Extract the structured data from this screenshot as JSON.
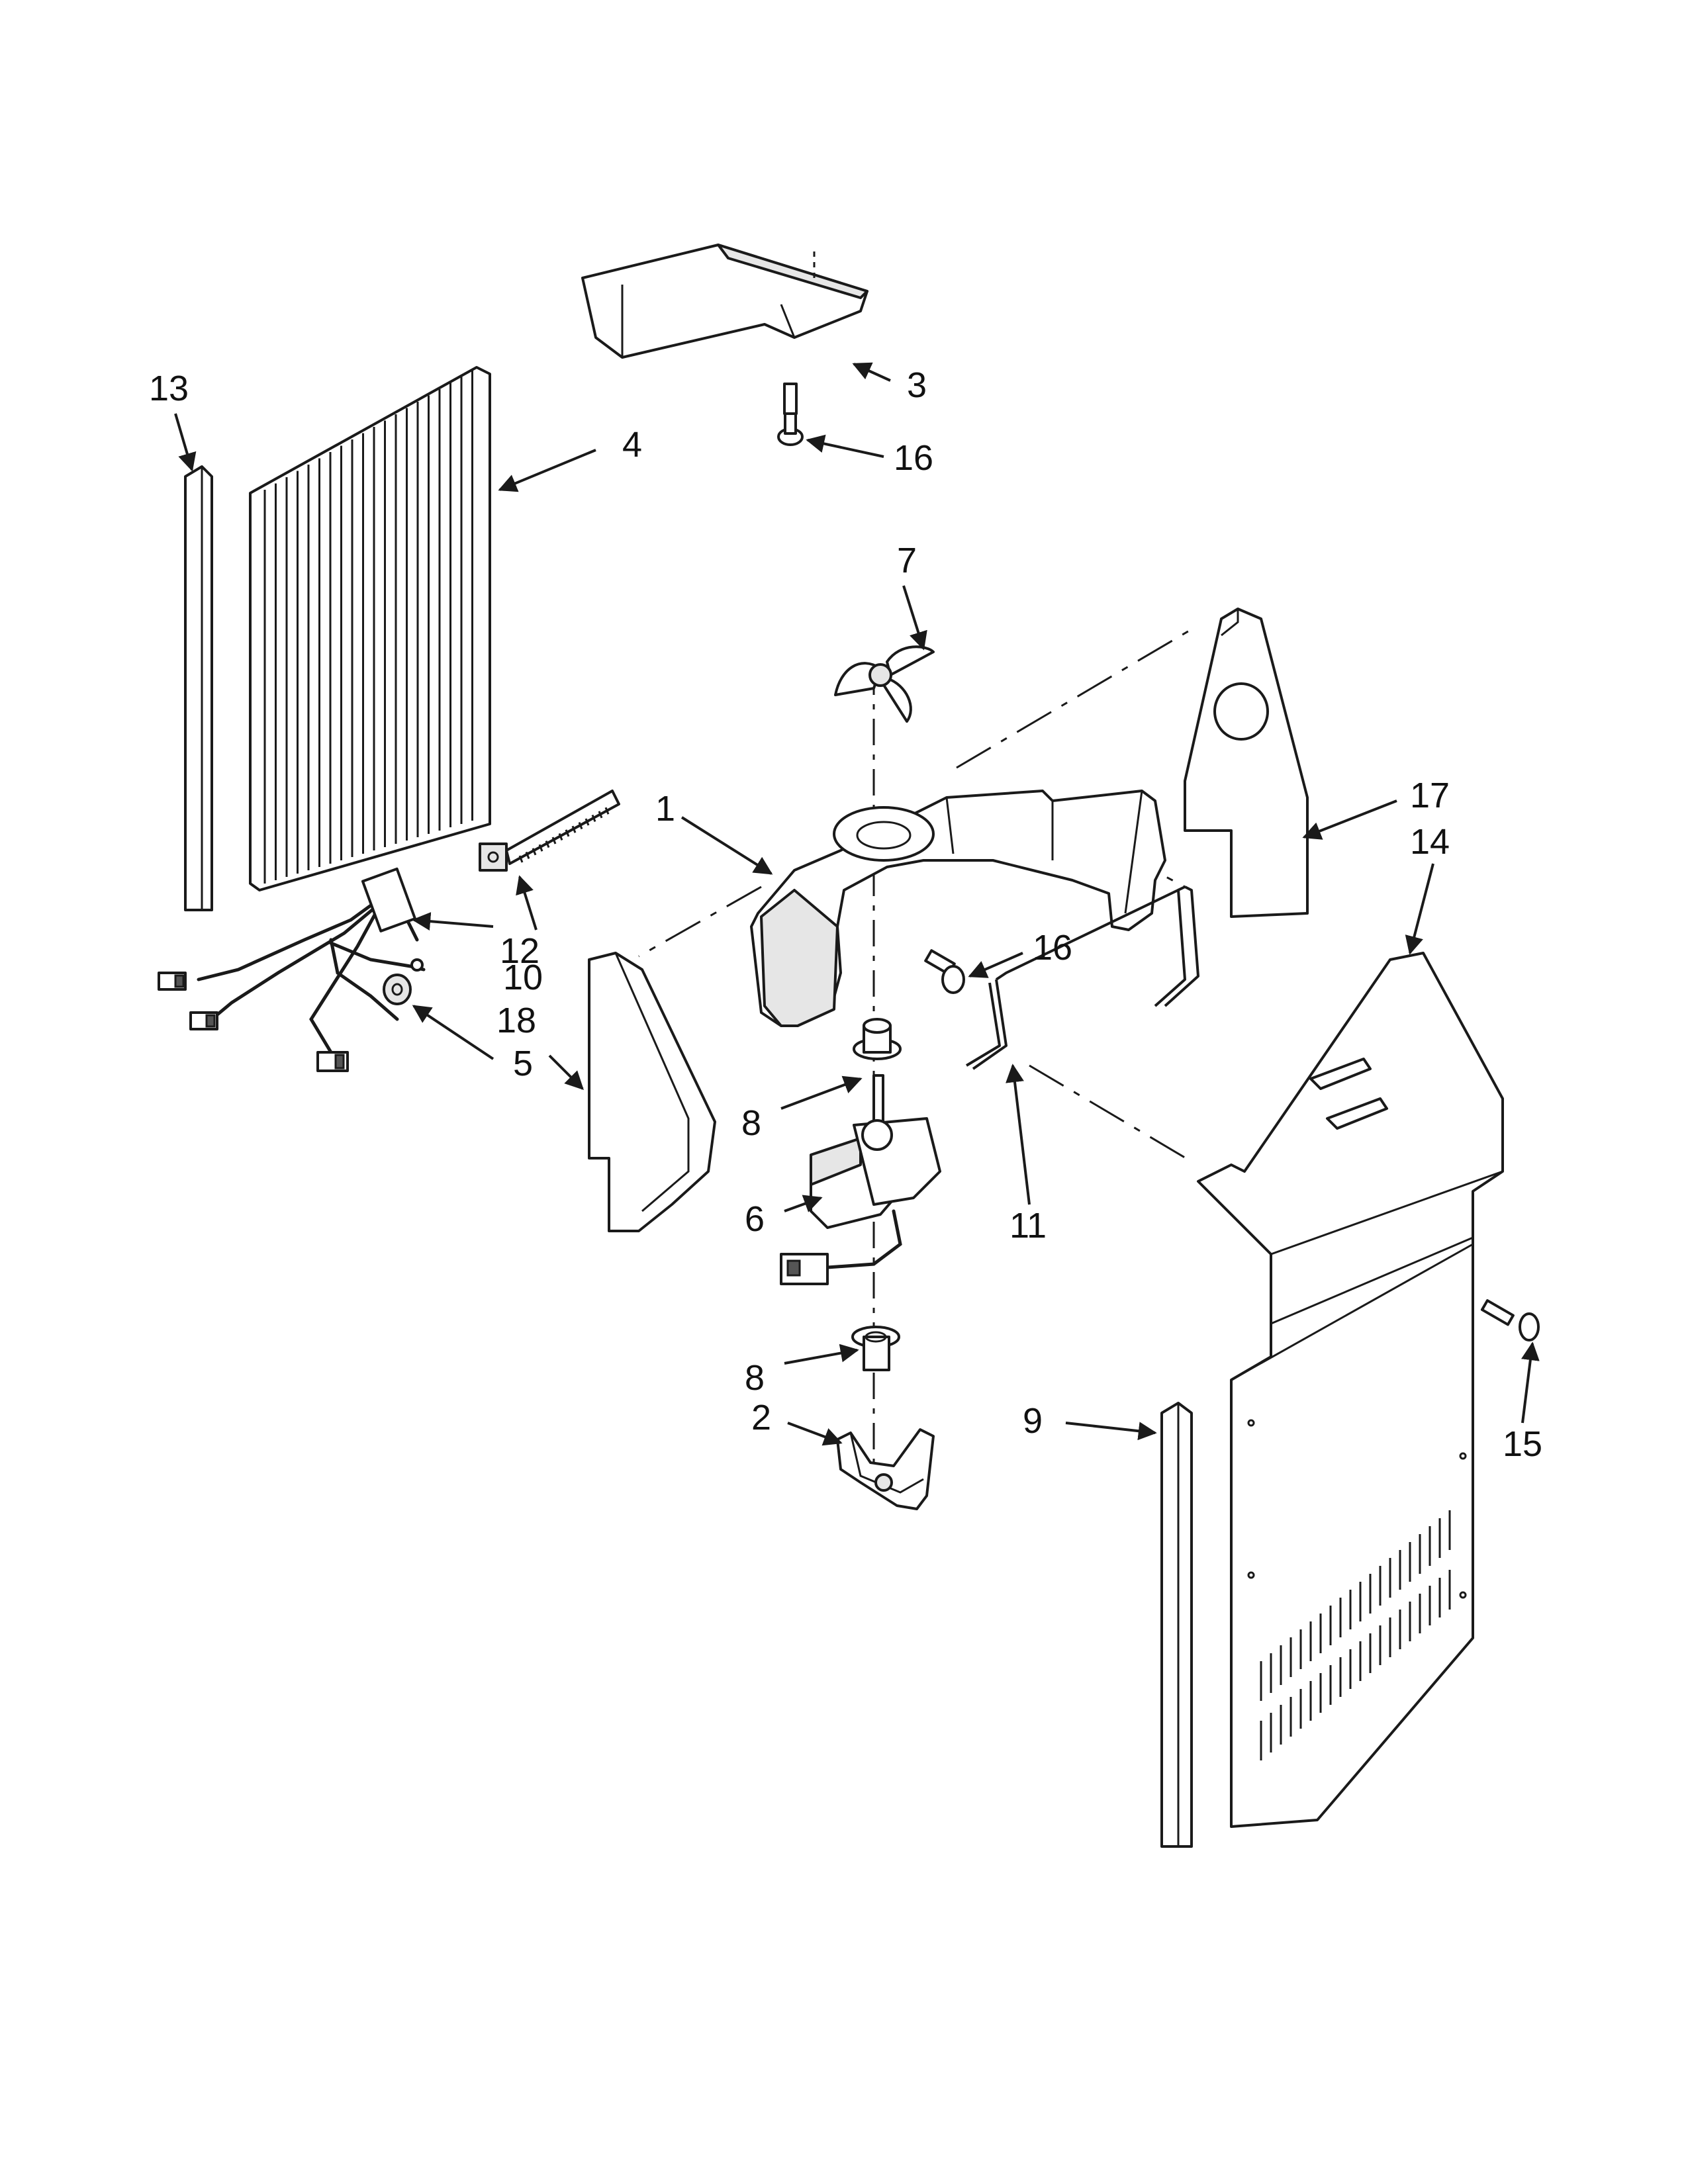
{
  "callouts": {
    "c1": "1",
    "c2": "2",
    "c3": "3",
    "c4": "4",
    "c5": "5",
    "c6": "6",
    "c7": "7",
    "c8_top": "8",
    "c8_bottom": "8",
    "c9": "9",
    "c10": "10",
    "c11": "11",
    "c12": "12",
    "c13": "13",
    "c14": "14",
    "c15": "15",
    "c16_top": "16",
    "c16_mid": "16",
    "c17": "17",
    "c18": "18"
  },
  "colors": {
    "line": "#1a1a1a",
    "shade": "#e6e6e6",
    "background": "#ffffff"
  }
}
